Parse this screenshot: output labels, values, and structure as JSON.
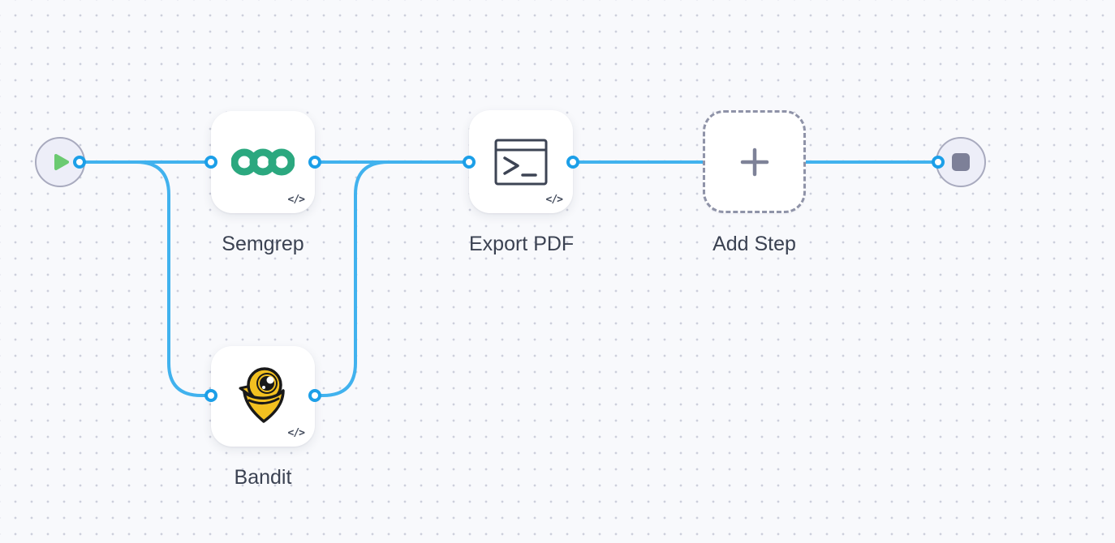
{
  "canvas": {
    "background_color": "#f8f9fc",
    "grid_dot_color": "#a8adc0",
    "edge_color": "#41b2ee",
    "port_color": "#1c9fe8"
  },
  "nodes": {
    "start": {
      "kind": "start-trigger",
      "icon": "play-icon",
      "icon_color": "#6bca71"
    },
    "semgrep": {
      "label": "Semgrep",
      "icon": "semgrep-rings-logo",
      "icon_color": "#2ba87f",
      "badge": "</>"
    },
    "bandit": {
      "label": "Bandit",
      "icon": "bandit-mascot-logo",
      "icon_color": "#f2c020",
      "badge": "</>"
    },
    "export_pdf": {
      "label": "Export PDF",
      "icon": "terminal-icon",
      "icon_color": "#3d4454",
      "badge": "</>"
    },
    "add_step": {
      "label": "Add Step",
      "icon": "plus-icon",
      "icon_color": "#7e8298"
    },
    "end": {
      "kind": "end-terminal",
      "icon": "stop-icon",
      "icon_color": "#7d8098"
    }
  },
  "edges": [
    {
      "from": "start",
      "to": "semgrep"
    },
    {
      "from": "start",
      "to": "bandit"
    },
    {
      "from": "semgrep",
      "to": "export_pdf"
    },
    {
      "from": "bandit",
      "to": "export_pdf"
    },
    {
      "from": "export_pdf",
      "to": "end"
    }
  ]
}
